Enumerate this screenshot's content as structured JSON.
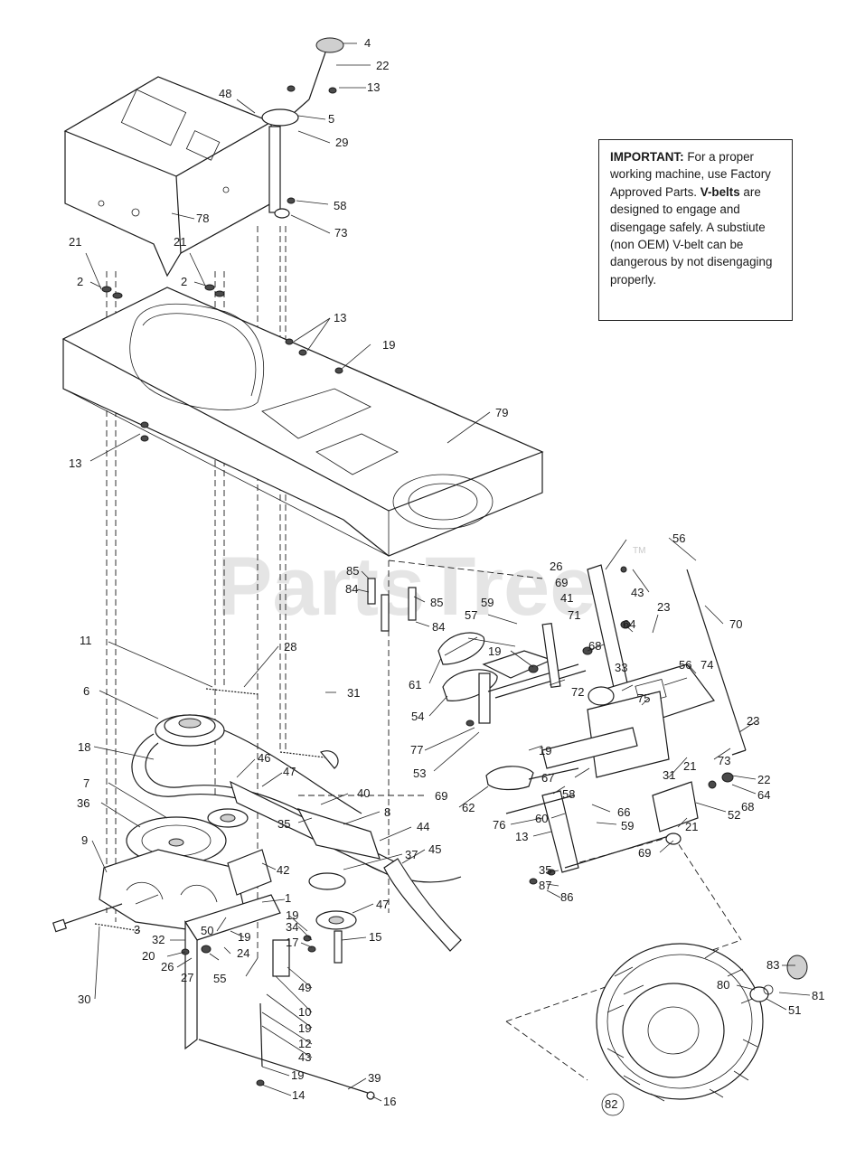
{
  "notice": {
    "title": "IMPORTANT:",
    "text1": "For a proper working machine, use Factory Approved Parts.",
    "title2": "V-belts",
    "text2": "are designed to engage and disengage safely. A substiute (non OEM) V-belt can be dangerous by not disengaging properly."
  },
  "watermark": {
    "text": "PartsTree",
    "tm": "TM"
  },
  "part_numbers": {
    "p4": "4",
    "p22a": "22",
    "p13a": "13",
    "p48": "48",
    "p5": "5",
    "p29": "29",
    "p58a": "58",
    "p73a": "73",
    "p78": "78",
    "p21a": "21",
    "p2a": "2",
    "p21b": "21",
    "p2b": "2",
    "p13b": "13",
    "p19a": "19",
    "p13c": "13",
    "p79": "79",
    "p85a": "85",
    "p84a": "84",
    "p85b": "85",
    "p84b": "84",
    "p56a": "56",
    "p26": "26",
    "p69a": "69",
    "p41": "41",
    "p71": "71",
    "p43a": "43",
    "p23a": "23",
    "p70": "70",
    "p59a": "59",
    "p57": "57",
    "p64a": "64",
    "p68a": "68",
    "p11": "11",
    "p28": "28",
    "p19b": "19",
    "p61": "61",
    "p6": "6",
    "p54": "54",
    "p72": "72",
    "p33": "33",
    "p56b": "56",
    "p74": "74",
    "p75": "75",
    "p31a": "31",
    "p77": "77",
    "p53": "53",
    "p19c": "19",
    "p23b": "23",
    "p67": "67",
    "p18": "18",
    "p46": "46",
    "p47a": "47",
    "p73b": "73",
    "p21c": "21",
    "p31b": "31",
    "p22b": "22",
    "p69b": "69",
    "p62": "62",
    "p58b": "58",
    "p64b": "64",
    "p68b": "68",
    "p7": "7",
    "p36": "36",
    "p40": "40",
    "p66": "66",
    "p52": "52",
    "p76": "76",
    "p60": "60",
    "p59b": "59",
    "p21d": "21",
    "p13d": "13",
    "p35a": "35",
    "p8": "8",
    "p44": "44",
    "p9": "9",
    "p37": "37",
    "p45": "45",
    "p69c": "69",
    "p42": "42",
    "p35b": "35",
    "p87": "87",
    "p86": "86",
    "p1": "1",
    "p47b": "47",
    "p3": "3",
    "p19d": "19",
    "p34": "34",
    "p50": "50",
    "p19e": "19",
    "p15": "15",
    "p32": "32",
    "p17": "17",
    "p20": "20",
    "p24": "24",
    "p26b": "26",
    "p27": "27",
    "p83": "83",
    "p55": "55",
    "p49": "49",
    "p80": "80",
    "p30": "30",
    "p10": "10",
    "p81": "81",
    "p51": "51",
    "p19f": "19",
    "p12": "12",
    "p43b": "43",
    "p39": "39",
    "p19g": "19",
    "p82": "82",
    "p14": "14",
    "p16": "16"
  }
}
